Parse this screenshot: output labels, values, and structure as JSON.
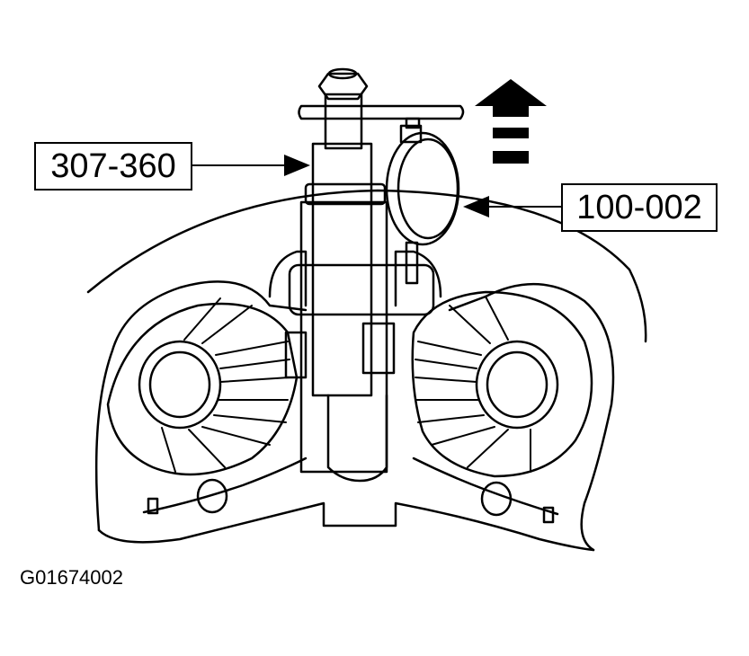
{
  "callouts": {
    "left": "307-360",
    "right": "100-002"
  },
  "figure_id": "G01674002",
  "colors": {
    "ink": "#000000",
    "paper": "#ffffff"
  },
  "icons": [
    "up-arrow-icon",
    "dial-indicator-icon"
  ]
}
